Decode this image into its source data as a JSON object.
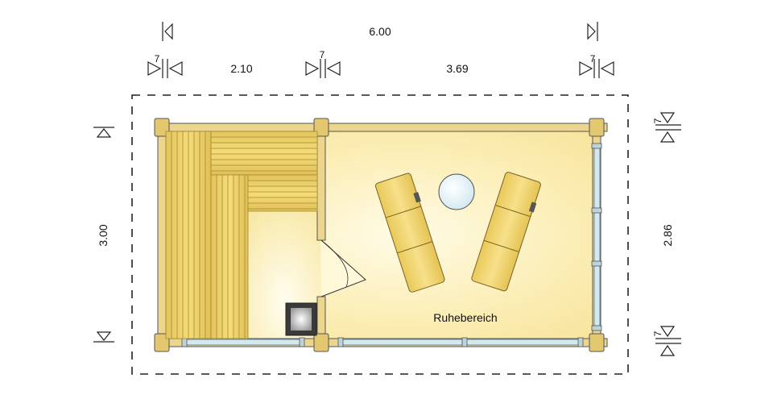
{
  "dimensions": {
    "total_width": "6.00",
    "wall_left": "7",
    "sauna_width": "2.10",
    "wall_middle": "7",
    "rest_width": "3.69",
    "wall_right": "7",
    "total_depth": "3.00",
    "inner_depth": "2.86",
    "wall_top": "7",
    "wall_bottom": "7"
  },
  "rooms": {
    "rest_area_label": "Ruhebereich"
  },
  "colors": {
    "floor": "#fbeeb0",
    "wood_wall": "#e9d489",
    "bench": "#f2d870",
    "glass": "#cfe3ea",
    "outline": "#333333"
  }
}
